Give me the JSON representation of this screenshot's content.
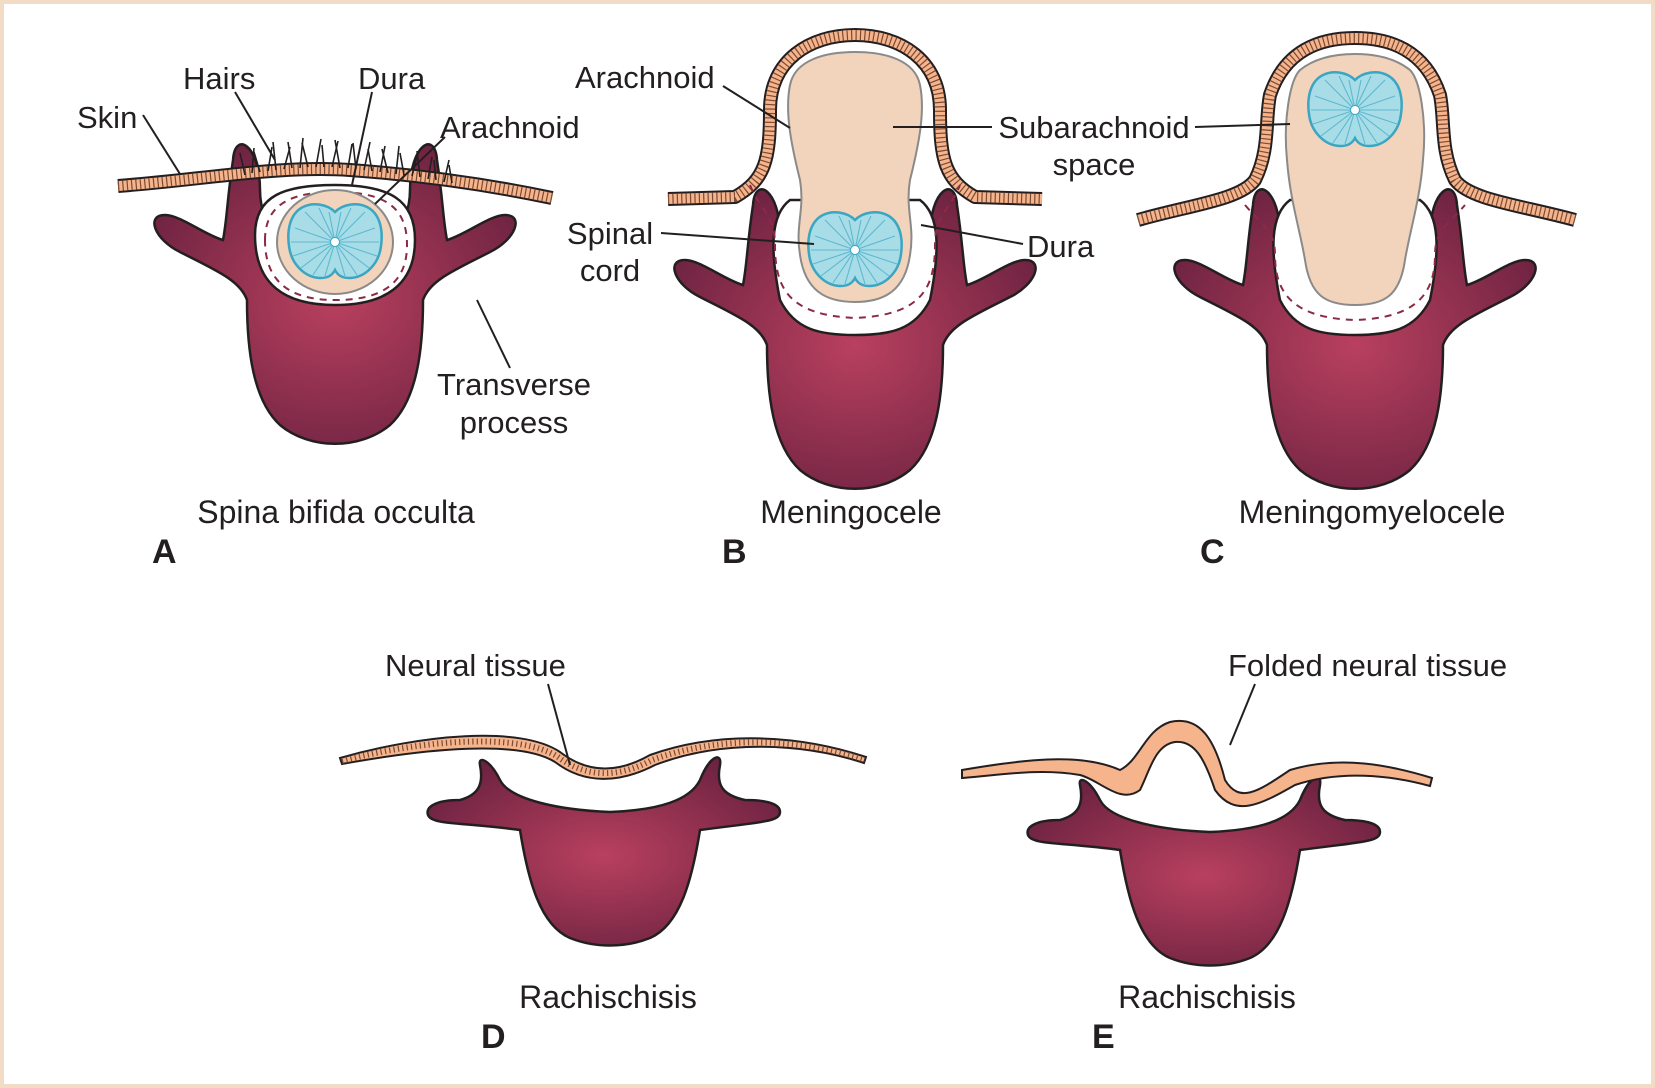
{
  "panels": [
    {
      "letter": "A",
      "caption": "Spina bifida occulta",
      "labels": {
        "skin": "Skin",
        "hairs": "Hairs",
        "dura": "Dura",
        "arachnoid": "Arachnoid",
        "transverse_line1": "Transverse",
        "transverse_line2": "process"
      }
    },
    {
      "letter": "B",
      "caption": "Meningocele",
      "labels": {
        "arachnoid": "Arachnoid",
        "subarachnoid_line1": "Subarachnoid",
        "subarachnoid_line2": "space",
        "spinal_line1": "Spinal",
        "spinal_line2": "cord",
        "dura": "Dura"
      }
    },
    {
      "letter": "C",
      "caption": "Meningomyelocele"
    },
    {
      "letter": "D",
      "caption": "Rachischisis",
      "labels": {
        "neural": "Neural tissue"
      }
    },
    {
      "letter": "E",
      "caption": "Rachischisis",
      "labels": {
        "folded": "Folded neural tissue"
      }
    }
  ],
  "colors": {
    "frame": "#f3dcc6",
    "bone_center": "#b9405f",
    "bone_edge": "#6b2240",
    "skin": "#f6b48c",
    "csf": "#f2d3bb",
    "spinal_cord": "#a8dde8",
    "dura_line": "#8b2a45"
  }
}
